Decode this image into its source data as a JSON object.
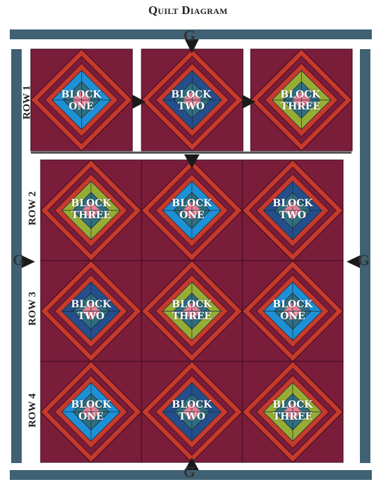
{
  "title": "Quilt Diagram",
  "g_label": "G",
  "row_labels": [
    "ROW 1",
    "ROW 2",
    "ROW 3",
    "ROW 4"
  ],
  "blocks": {
    "one": {
      "line1": "BLOCK",
      "line2": "ONE"
    },
    "two": {
      "line1": "BLOCK",
      "line2": "TWO"
    },
    "three": {
      "line1": "BLOCK",
      "line2": "THREE"
    }
  },
  "layout_rows": [
    [
      "one",
      "two",
      "three"
    ],
    [
      "three",
      "one",
      "two"
    ],
    [
      "two",
      "three",
      "one"
    ],
    [
      "one",
      "two",
      "three"
    ]
  ],
  "colors": {
    "background": "#7a1d3b",
    "border_strip": "#3f6173",
    "red": "#c63a2c",
    "block_one": "#1e90d6",
    "block_two": "#244f8c",
    "block_three": "#96ad35",
    "center_pink": "#e87f95",
    "inner_teal": "#2f6f80",
    "arrow": "#1a1a1a"
  }
}
